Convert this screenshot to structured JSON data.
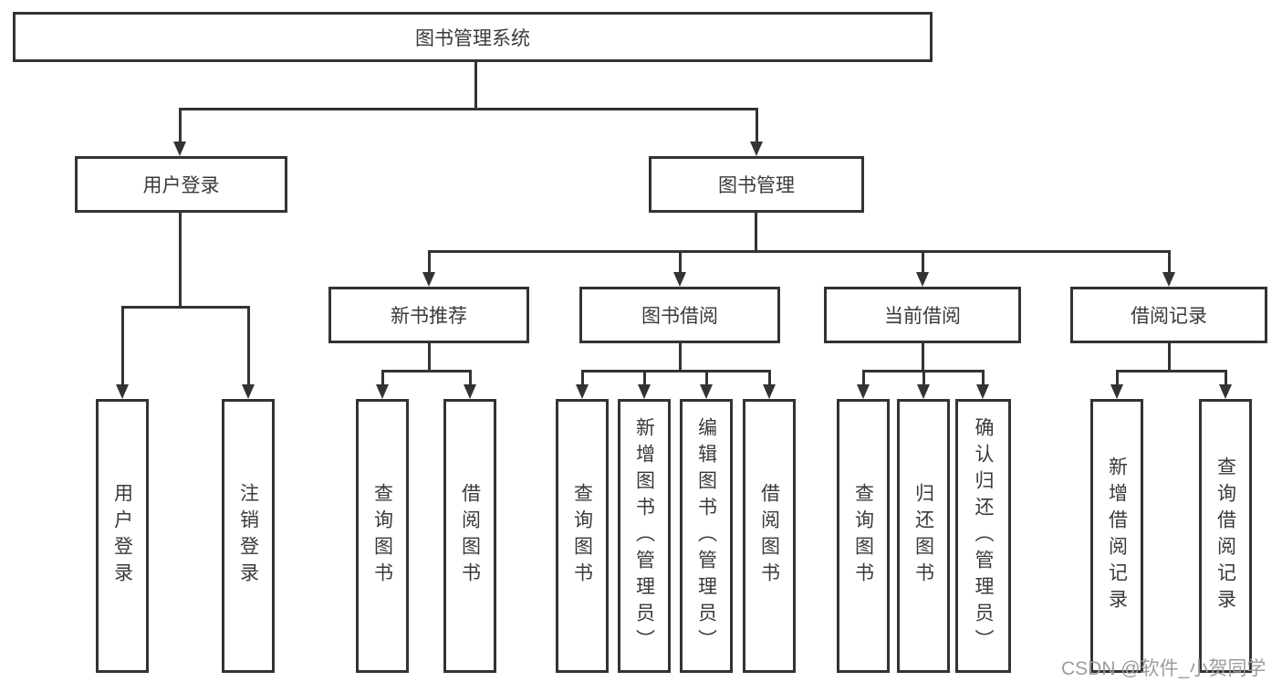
{
  "diagram": {
    "type": "hierarchy",
    "root": {
      "label": "图书管理系统"
    },
    "level2": {
      "user_login": {
        "label": "用户登录"
      },
      "book_management": {
        "label": "图书管理"
      }
    },
    "user_login_children": {
      "login": {
        "label": "用户登录"
      },
      "logout": {
        "label": "注销登录"
      }
    },
    "book_management_children": {
      "new_books": {
        "label": "新书推荐"
      },
      "borrowing": {
        "label": "图书借阅"
      },
      "current": {
        "label": "当前借阅"
      },
      "records": {
        "label": "借阅记录"
      }
    },
    "new_books_children": {
      "query_books": {
        "label": "查询图书"
      },
      "borrow_books": {
        "label": "借阅图书"
      }
    },
    "borrowing_children": {
      "query_books": {
        "label": "查询图书"
      },
      "add_books_admin": {
        "label": "新增图书（管理员）"
      },
      "edit_books_admin": {
        "label": "编辑图书（管理员）"
      },
      "borrow_books": {
        "label": "借阅图书"
      }
    },
    "current_children": {
      "query_books": {
        "label": "查询图书"
      },
      "return_books": {
        "label": "归还图书"
      },
      "confirm_return_admin": {
        "label": "确认归还（管理员）"
      }
    },
    "records_children": {
      "add_record": {
        "label": "新增借阅记录"
      },
      "query_record": {
        "label": "查询借阅记录"
      }
    }
  },
  "watermark": "CSDN @软件_小贺同学",
  "colors": {
    "line": "#333333",
    "text": "#3a3a3a",
    "watermark": "#9c9c9c",
    "background": "#ffffff"
  }
}
